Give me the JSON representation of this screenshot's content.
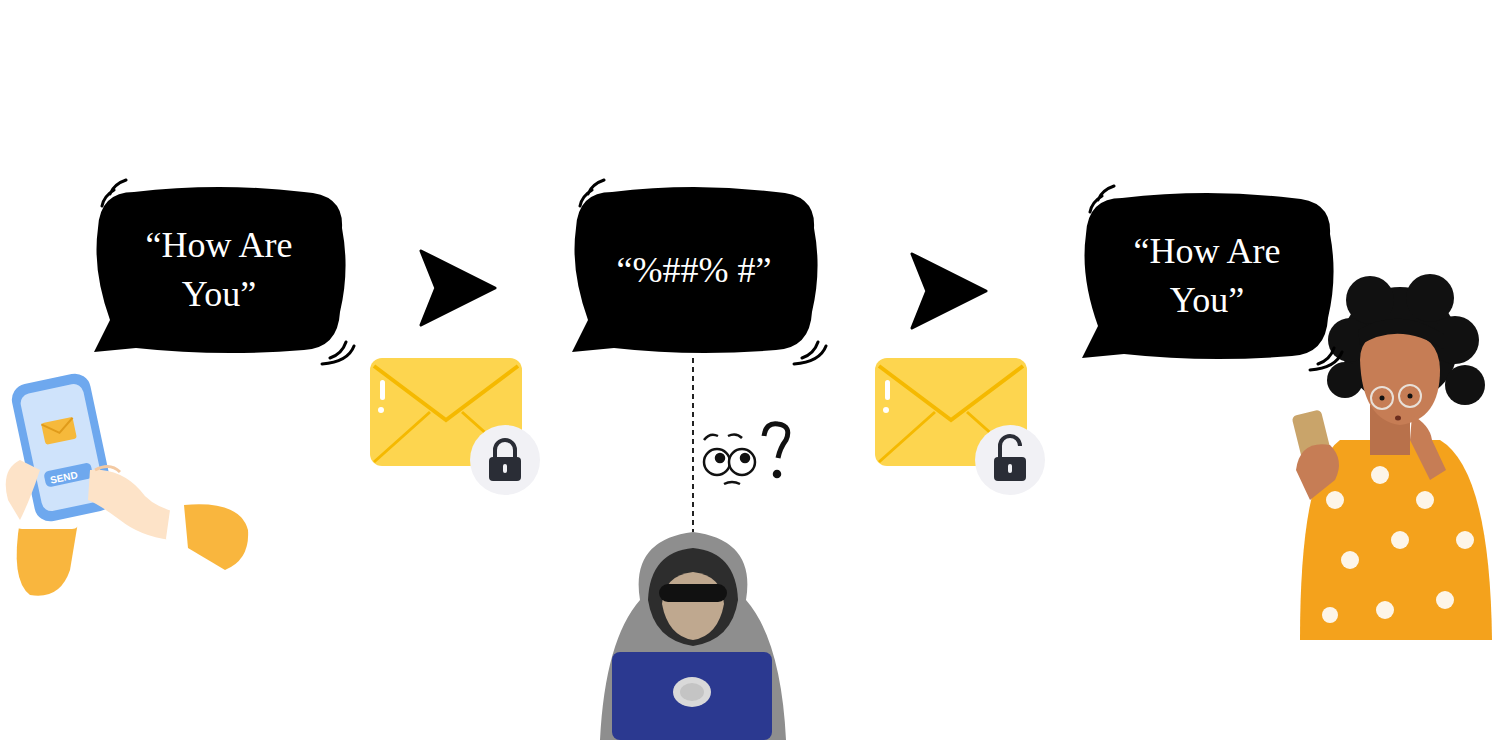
{
  "diagram": {
    "nodes": [
      {
        "text": [
          "“How Are You”"
        ]
      },
      {
        "text": [
          "“%##% #”"
        ]
      },
      {
        "text": [
          "“How Are You”"
        ]
      }
    ],
    "edges": [
      {
        "from": 0,
        "to": 1,
        "arrow": "to"
      },
      {
        "from": 1,
        "to": 2,
        "arrow": "to"
      }
    ],
    "labels": [
      "SEND"
    ]
  }
}
